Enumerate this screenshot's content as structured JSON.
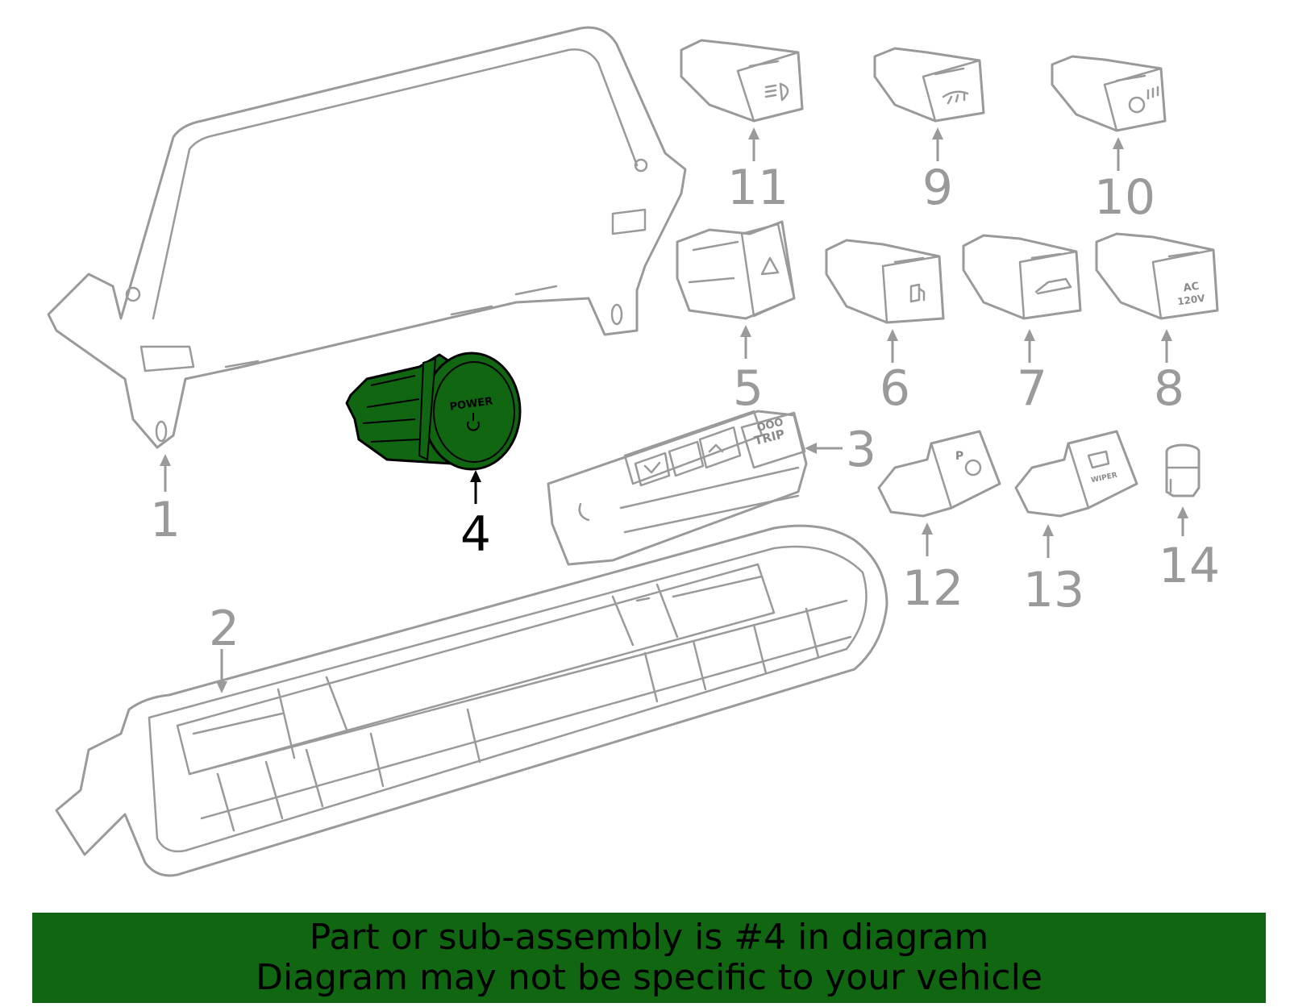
{
  "diagram": {
    "callouts": [
      "1",
      "2",
      "3",
      "4",
      "5",
      "6",
      "7",
      "8",
      "9",
      "10",
      "11",
      "12",
      "13",
      "14"
    ],
    "selected_callout": "4",
    "button_labels": {
      "power": "POWER",
      "trip_top": "OOO",
      "trip_bottom": "TRIP",
      "ac_top": "AC",
      "ac_bottom": "120V",
      "park": "P",
      "wiper": "WIPER"
    },
    "colors": {
      "highlight": "#116611",
      "line": "#9a9a9a",
      "banner": "#116611"
    }
  },
  "banner": {
    "line1": "Part or sub-assembly is #4 in diagram",
    "line2": "Diagram may not be specific to your vehicle"
  }
}
